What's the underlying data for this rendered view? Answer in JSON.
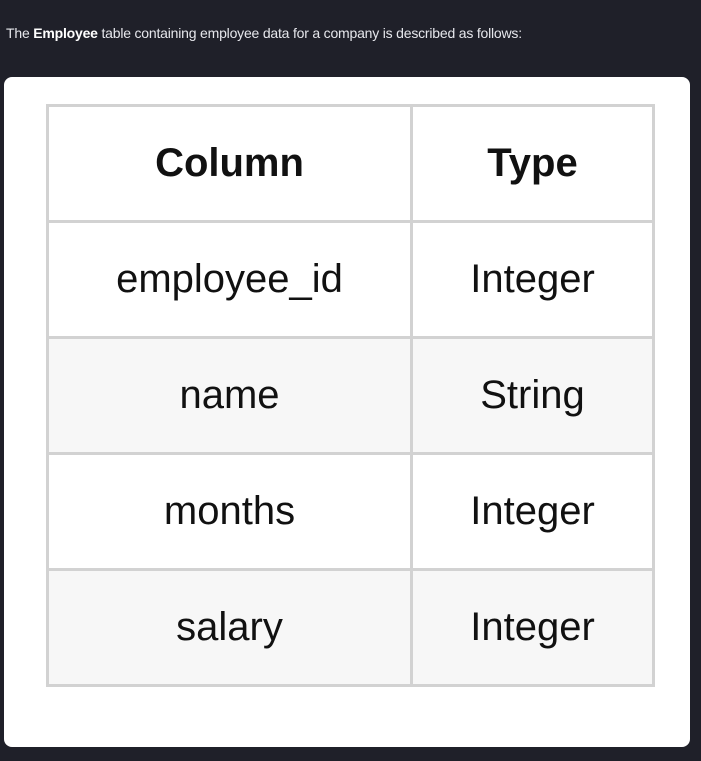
{
  "intro": {
    "prefix": "The ",
    "table_name": "Employee",
    "suffix": " table containing employee data for a company is described as follows:"
  },
  "table": {
    "headers": [
      "Column",
      "Type"
    ],
    "rows": [
      [
        "employee_id",
        "Integer"
      ],
      [
        "name",
        "String"
      ],
      [
        "months",
        "Integer"
      ],
      [
        "salary",
        "Integer"
      ]
    ]
  }
}
